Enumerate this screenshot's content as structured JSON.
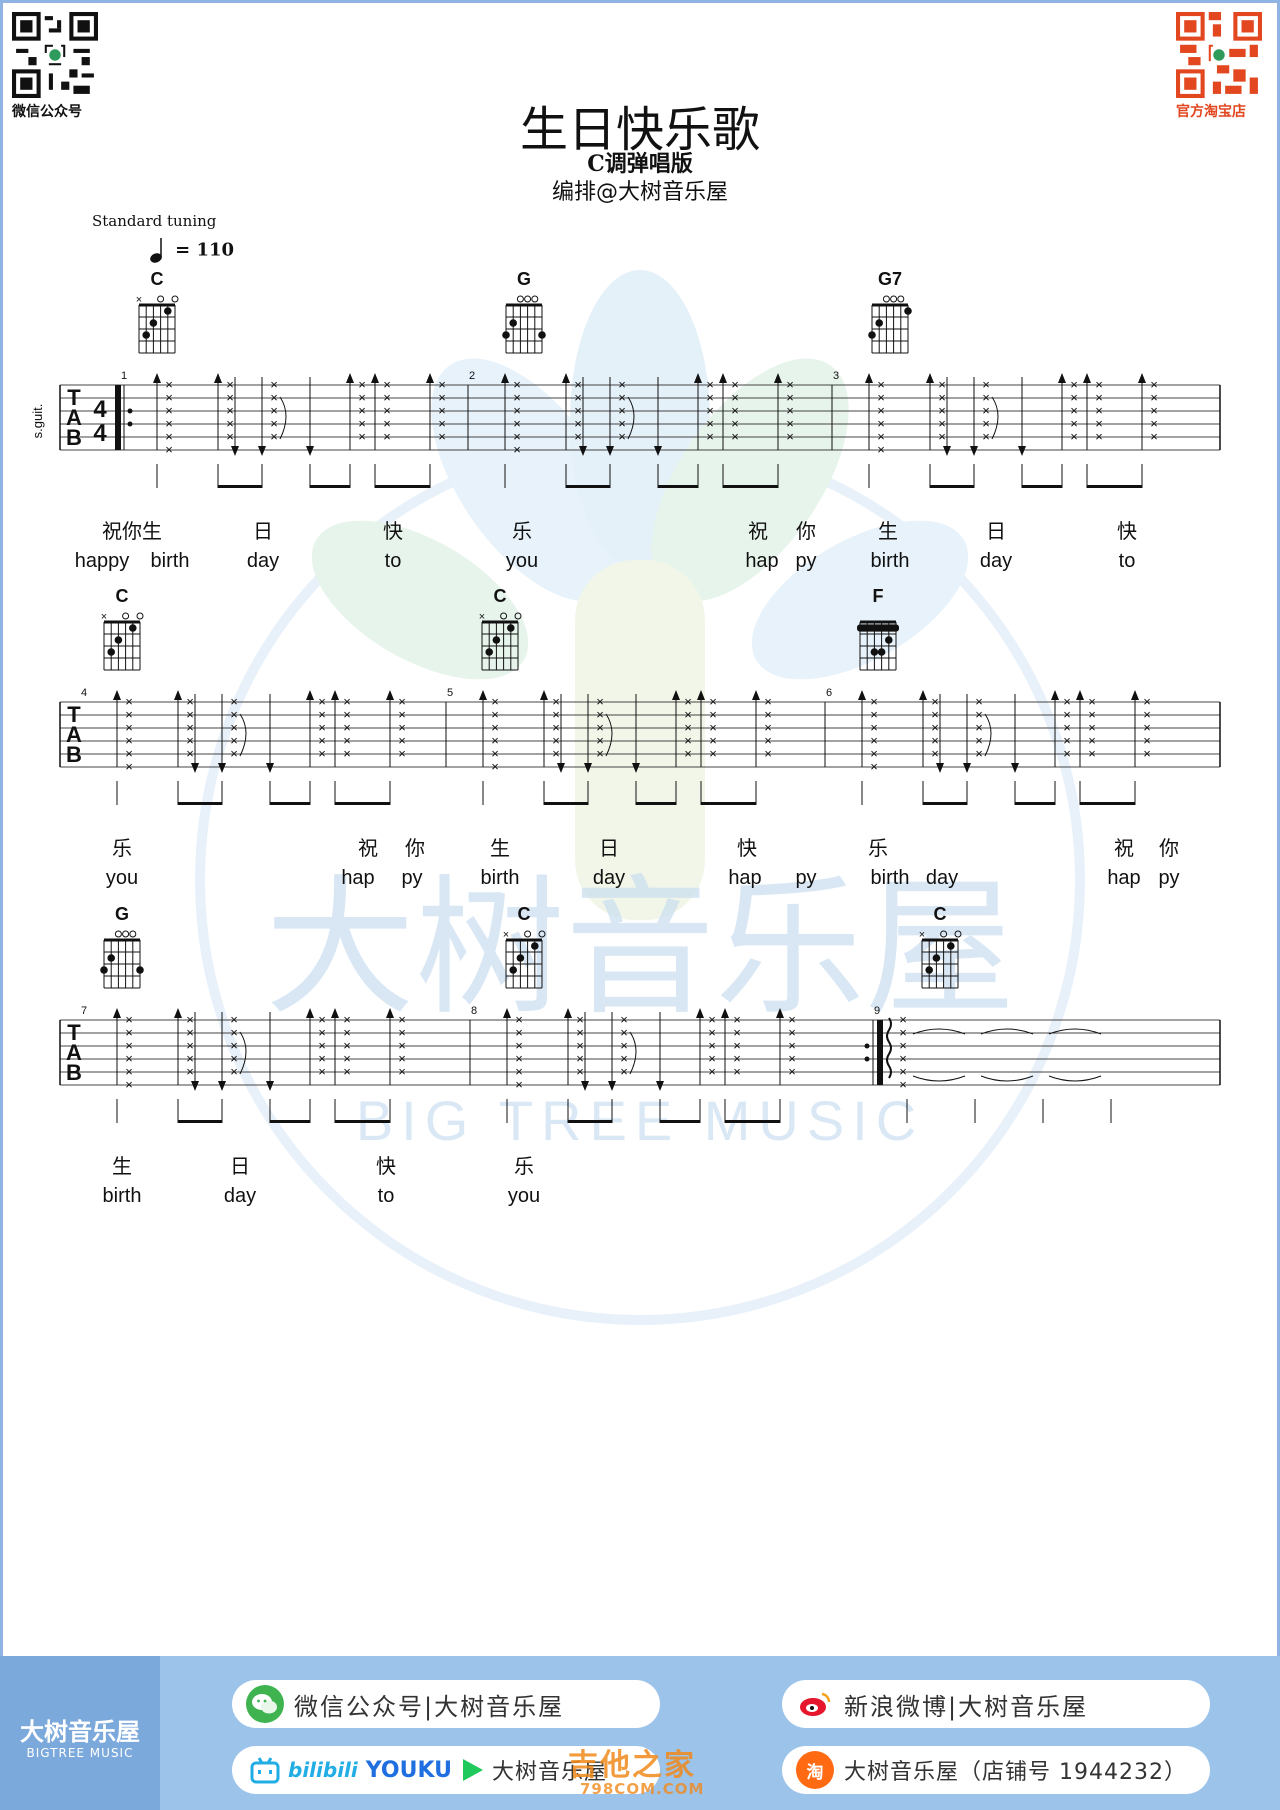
{
  "header": {
    "qr_left_caption": "微信公众号",
    "qr_right_caption": "官方淘宝店",
    "title": "生日快乐歌",
    "subtitle": "C调弹唱版",
    "arranger": "编排@大树音乐屋",
    "tuning": "Standard tuning",
    "tempo": "= 110",
    "instrument": "s.guit.",
    "time_signature": "4/4"
  },
  "watermark": {
    "cn": "大树音乐屋",
    "en": "BIG TREE MUSIC"
  },
  "score": {
    "systems": [
      {
        "measures": [
          "1",
          "2",
          "3"
        ],
        "chords": [
          {
            "name": "C",
            "type": "C"
          },
          {
            "name": "G",
            "type": "G"
          },
          {
            "name": "G7",
            "type": "G7"
          }
        ],
        "lyrics_cn": [
          "祝你生",
          "日",
          "快",
          "乐",
          "祝",
          "你",
          "生",
          "日",
          "快"
        ],
        "lyrics_en": [
          "happy",
          "birth",
          "day",
          "to",
          "you",
          "hap",
          "py",
          "birth",
          "day",
          "to"
        ]
      },
      {
        "measures": [
          "4",
          "5",
          "6"
        ],
        "chords": [
          {
            "name": "C",
            "type": "C"
          },
          {
            "name": "C",
            "type": "C"
          },
          {
            "name": "F",
            "type": "F"
          }
        ],
        "lyrics_cn": [
          "乐",
          "祝",
          "你",
          "生",
          "日",
          "快",
          "乐",
          "祝",
          "你"
        ],
        "lyrics_en": [
          "you",
          "hap",
          "py",
          "birth",
          "day",
          "hap",
          "py",
          "birth",
          "day",
          "hap",
          "py"
        ]
      },
      {
        "measures": [
          "7",
          "8",
          "9"
        ],
        "chords": [
          {
            "name": "G",
            "type": "G"
          },
          {
            "name": "C",
            "type": "C"
          },
          {
            "name": "C",
            "type": "C"
          }
        ],
        "lyrics_cn": [
          "生",
          "日",
          "快",
          "乐"
        ],
        "lyrics_en": [
          "birth",
          "day",
          "to",
          "you"
        ]
      }
    ]
  },
  "footer": {
    "brand_cn": "大树音乐屋",
    "brand_en": "BIGTREE MUSIC",
    "wechat": "微信公众号|大树音乐屋",
    "weibo": "新浪微博|大树音乐屋",
    "video_bili": "bilibili",
    "video_youku": "YOUKU",
    "video_name": "大树音乐屋",
    "taobao": "大树音乐屋（店铺号 1944232）",
    "site_cn": "吉他之家",
    "site_url": "798COM.COM"
  },
  "colors": {
    "frame": "#8fb4e3",
    "footer_bg": "#9cc3ea",
    "footer_left": "#7ca9dc",
    "watermark": "#cfe2f3",
    "site_orange": "#f08a1c"
  }
}
